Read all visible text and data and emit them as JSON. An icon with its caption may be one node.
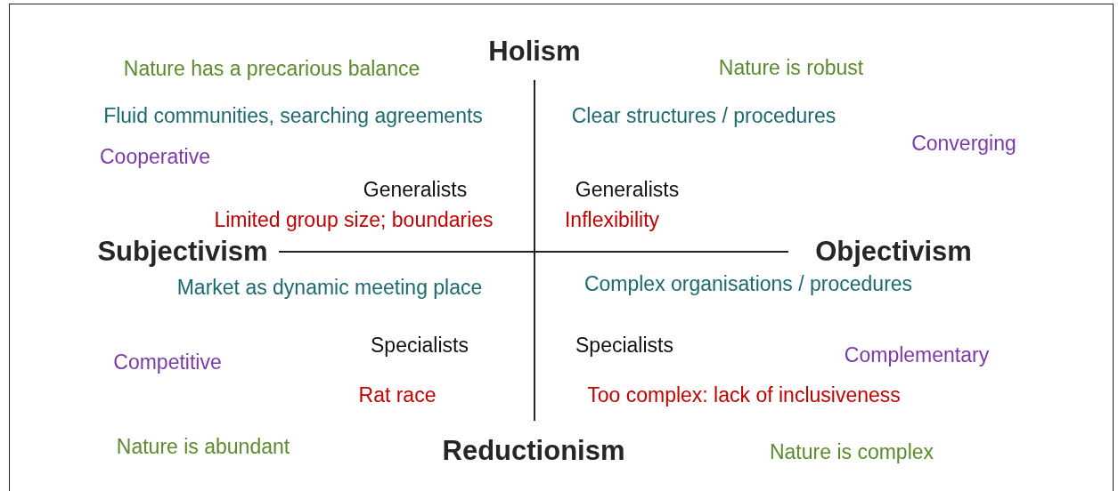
{
  "diagram": {
    "labels": [
      "Holism",
      "Nature has a precarious balance",
      "Nature is robust",
      "Fluid communities, searching agreements",
      "Clear structures / procedures",
      "Converging",
      "Cooperative",
      "Generalists",
      "Generalists",
      "Limited group size; boundaries",
      "Inflexibility",
      "Subjectivism",
      "Objectivism",
      "Market as dynamic meeting place",
      "Complex organisations / procedures",
      "Specialists",
      "Specialists",
      "Competitive",
      "Complementary",
      "Rat race",
      "Too complex: lack of inclusiveness",
      "Nature is abundant",
      "Reductionism",
      "Nature is complex"
    ]
  }
}
